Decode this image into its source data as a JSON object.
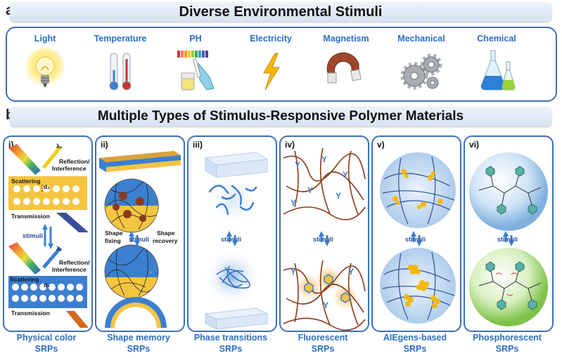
{
  "section_a": {
    "letter": "a",
    "title": "Diverse Environmental Stimuli"
  },
  "stimuli": [
    {
      "label": "Light",
      "icon": "light-bulb-icon"
    },
    {
      "label": "Temperature",
      "icon": "thermometer-icon"
    },
    {
      "label": "PH",
      "icon": "ph-test-icon"
    },
    {
      "label": "Electricity",
      "icon": "lightning-icon"
    },
    {
      "label": "Magnetism",
      "icon": "magnet-icon"
    },
    {
      "label": "Mechanical",
      "icon": "gears-icon"
    },
    {
      "label": "Chemical",
      "icon": "flask-icon"
    }
  ],
  "section_b": {
    "letter": "b",
    "title": "Multiple Types of Stimulus-Responsive Polymer Materials"
  },
  "stimuli_word": "stimuli",
  "panels": [
    {
      "roman": "i)",
      "caption_line1": "Physical color",
      "caption_line2": "SRPs",
      "labels": {
        "lambda2": "λ₂",
        "lambda1": "λ₁",
        "reflection": "Reflection/",
        "interference": "Interference",
        "scattering": "Scattering",
        "transmission": "Transmission",
        "d2": "d₂",
        "d1": "d₁"
      }
    },
    {
      "roman": "ii)",
      "caption_line1": "Shape memory",
      "caption_line2": "SRPs",
      "labels": {
        "shape_fixing_1": "Shape",
        "shape_fixing_2": "fixing",
        "shape_recovery_1": "Shape",
        "shape_recovery_2": "recovery"
      }
    },
    {
      "roman": "iii)",
      "caption_line1": "Phase transitions",
      "caption_line2": "SRPs"
    },
    {
      "roman": "iv)",
      "caption_line1": "Fluorescent",
      "caption_line2": "SRPs"
    },
    {
      "roman": "v)",
      "caption_line1": "AIEgens-based",
      "caption_line2": "SRPs"
    },
    {
      "roman": "vi)",
      "caption_line1": "Phosphorescent",
      "caption_line2": "SRPs"
    }
  ],
  "colors": {
    "accent": "#2a6ec2",
    "border": "#3d6fb8",
    "polymer": "#8a3a1a",
    "yellow": "#f5c542",
    "blue": "#3b7fd0"
  }
}
